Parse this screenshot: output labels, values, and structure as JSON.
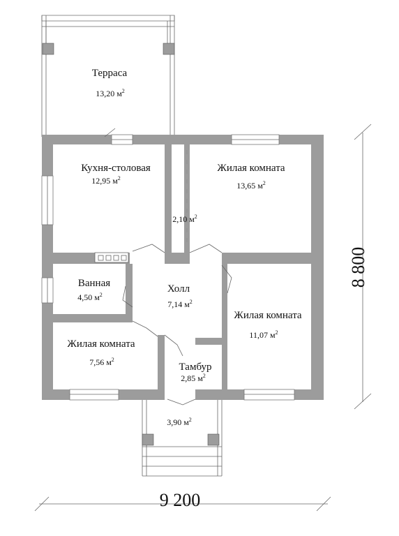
{
  "rooms": {
    "terrace": {
      "name": "Терраса",
      "area": "13,20 м",
      "sup": "2"
    },
    "kitchen": {
      "name": "Кухня-столовая",
      "area": "12,95 м",
      "sup": "2"
    },
    "living1": {
      "name": "Жилая комната",
      "area": "13,65 м",
      "sup": "2"
    },
    "closet": {
      "name": "",
      "area": "2,10 м",
      "sup": "2"
    },
    "bath": {
      "name": "Ванная",
      "area": "4,50 м",
      "sup": "2"
    },
    "hall": {
      "name": "Холл",
      "area": "7,14 м",
      "sup": "2"
    },
    "living2": {
      "name": "Жилая комната",
      "area": "11,07 м",
      "sup": "2"
    },
    "living3": {
      "name": "Жилая комната",
      "area": "7,56 м",
      "sup": "2"
    },
    "vestibule": {
      "name": "Тамбур",
      "area": "2,85 м",
      "sup": "2"
    },
    "porch": {
      "name": "",
      "area": "3,90 м",
      "sup": "2"
    }
  },
  "dimensions": {
    "width": "9 200",
    "height": "8 800"
  }
}
